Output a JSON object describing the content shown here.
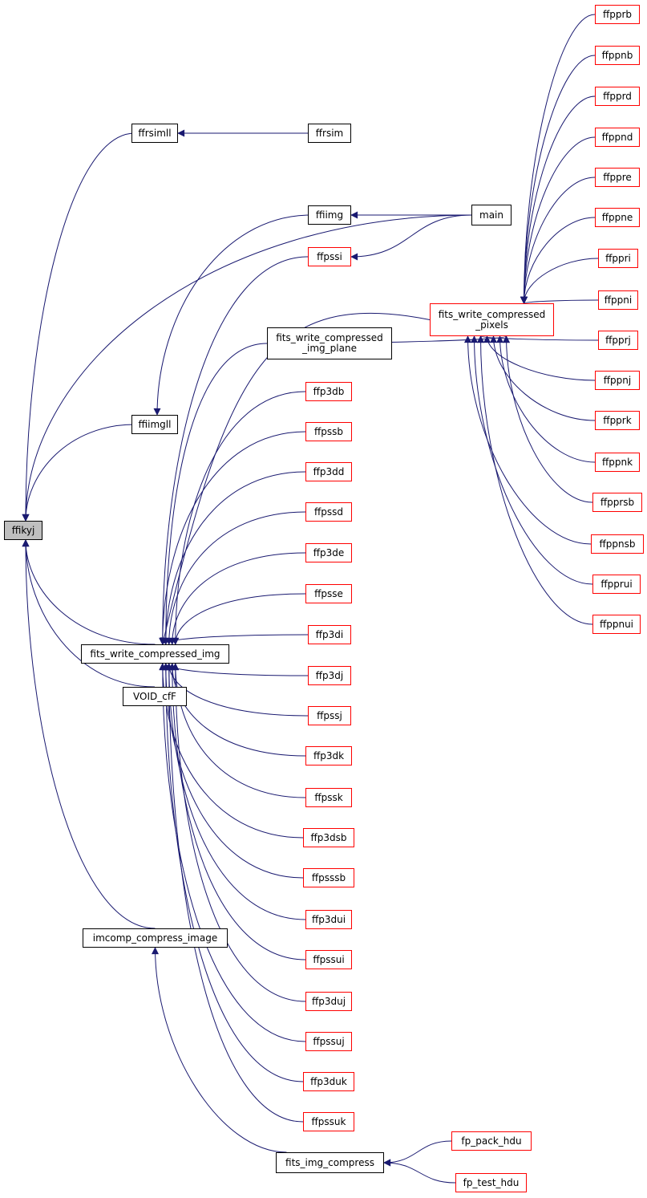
{
  "colors": {
    "edge": "#191970",
    "border_normal": "#000000",
    "border_incomplete": "#ff0000",
    "focus_fill": "#bfbfbf"
  },
  "nodes": {
    "ffikyj": "ffikyj",
    "ffrsimll": "ffrsimll",
    "ffrsim": "ffrsim",
    "main": "main",
    "ffiimg": "ffiimg",
    "ffpssi": "ffpssi",
    "fwci_plane": "fits_write_compressed\n_img_plane",
    "fwcp": "fits_write_compressed\n_pixels",
    "ffiimgll": "ffiimgll",
    "fwci": "fits_write_compressed_img",
    "void_cff": "VOID_cfF",
    "imcomp": "imcomp_compress_image",
    "fic": "fits_img_compress",
    "fp_pack_hdu": "fp_pack_hdu",
    "fp_test_hdu": "fp_test_hdu",
    "ffp3db": "ffp3db",
    "ffpssb": "ffpssb",
    "ffp3dd": "ffp3dd",
    "ffpssd": "ffpssd",
    "ffp3de": "ffp3de",
    "ffpsse": "ffpsse",
    "ffp3di": "ffp3di",
    "ffp3dj": "ffp3dj",
    "ffpssj": "ffpssj",
    "ffp3dk": "ffp3dk",
    "ffpssk": "ffpssk",
    "ffp3dsb": "ffp3dsb",
    "ffpsssb": "ffpsssb",
    "ffp3dui": "ffp3dui",
    "ffpssui": "ffpssui",
    "ffp3duj": "ffp3duj",
    "ffpssuj": "ffpssuj",
    "ffp3duk": "ffp3duk",
    "ffpssuk": "ffpssuk",
    "ffpprb": "ffpprb",
    "ffppnb": "ffppnb",
    "ffpprd": "ffpprd",
    "ffppnd": "ffppnd",
    "ffppre": "ffppre",
    "ffppne": "ffppne",
    "ffppri": "ffppri",
    "ffppni": "ffppni",
    "ffpprj": "ffpprj",
    "ffppnj": "ffppnj",
    "ffpprk": "ffpprk",
    "ffppnk": "ffppnk",
    "ffpprsb": "ffpprsb",
    "ffppnsb": "ffppnsb",
    "ffpprui": "ffpprui",
    "ffppnui": "ffppnui"
  },
  "edges": [
    [
      "ffrsimll",
      "ffikyj"
    ],
    [
      "main",
      "ffikyj"
    ],
    [
      "ffiimgll",
      "ffikyj"
    ],
    [
      "fwci",
      "ffikyj"
    ],
    [
      "void_cff",
      "ffikyj"
    ],
    [
      "imcomp",
      "ffikyj"
    ],
    [
      "ffrsim",
      "ffrsimll"
    ],
    [
      "main",
      "ffiimg"
    ],
    [
      "ffiimg",
      "ffiimgll"
    ],
    [
      "main",
      "ffpssi"
    ],
    [
      "ffpssi",
      "fwci"
    ],
    [
      "fwci_plane",
      "fwci"
    ],
    [
      "fwcp",
      "fwci"
    ],
    [
      "fwci_plane",
      "fwcp"
    ],
    [
      "ffp3db",
      "fwci"
    ],
    [
      "ffpssb",
      "fwci"
    ],
    [
      "ffp3dd",
      "fwci"
    ],
    [
      "ffpssd",
      "fwci"
    ],
    [
      "ffp3de",
      "fwci"
    ],
    [
      "ffpsse",
      "fwci"
    ],
    [
      "ffp3di",
      "fwci"
    ],
    [
      "ffp3dj",
      "fwci"
    ],
    [
      "ffpssj",
      "fwci"
    ],
    [
      "ffp3dk",
      "fwci"
    ],
    [
      "ffpssk",
      "fwci"
    ],
    [
      "ffp3dsb",
      "fwci"
    ],
    [
      "ffpsssb",
      "fwci"
    ],
    [
      "ffp3dui",
      "fwci"
    ],
    [
      "ffpssui",
      "fwci"
    ],
    [
      "ffp3duj",
      "fwci"
    ],
    [
      "ffpssuj",
      "fwci"
    ],
    [
      "ffp3duk",
      "fwci"
    ],
    [
      "ffpssuk",
      "fwci"
    ],
    [
      "fic",
      "imcomp"
    ],
    [
      "fp_pack_hdu",
      "fic"
    ],
    [
      "fp_test_hdu",
      "fic"
    ],
    [
      "ffpprb",
      "fwcp"
    ],
    [
      "ffppnb",
      "fwcp"
    ],
    [
      "ffpprd",
      "fwcp"
    ],
    [
      "ffppnd",
      "fwcp"
    ],
    [
      "ffppre",
      "fwcp"
    ],
    [
      "ffppne",
      "fwcp"
    ],
    [
      "ffppri",
      "fwcp"
    ],
    [
      "ffppni",
      "fwcp"
    ],
    [
      "ffpprj",
      "fwcp"
    ],
    [
      "ffppnj",
      "fwcp"
    ],
    [
      "ffpprk",
      "fwcp"
    ],
    [
      "ffppnk",
      "fwcp"
    ],
    [
      "ffpprsb",
      "fwcp"
    ],
    [
      "ffppnsb",
      "fwcp"
    ],
    [
      "ffpprui",
      "fwcp"
    ],
    [
      "ffppnui",
      "fwcp"
    ]
  ]
}
